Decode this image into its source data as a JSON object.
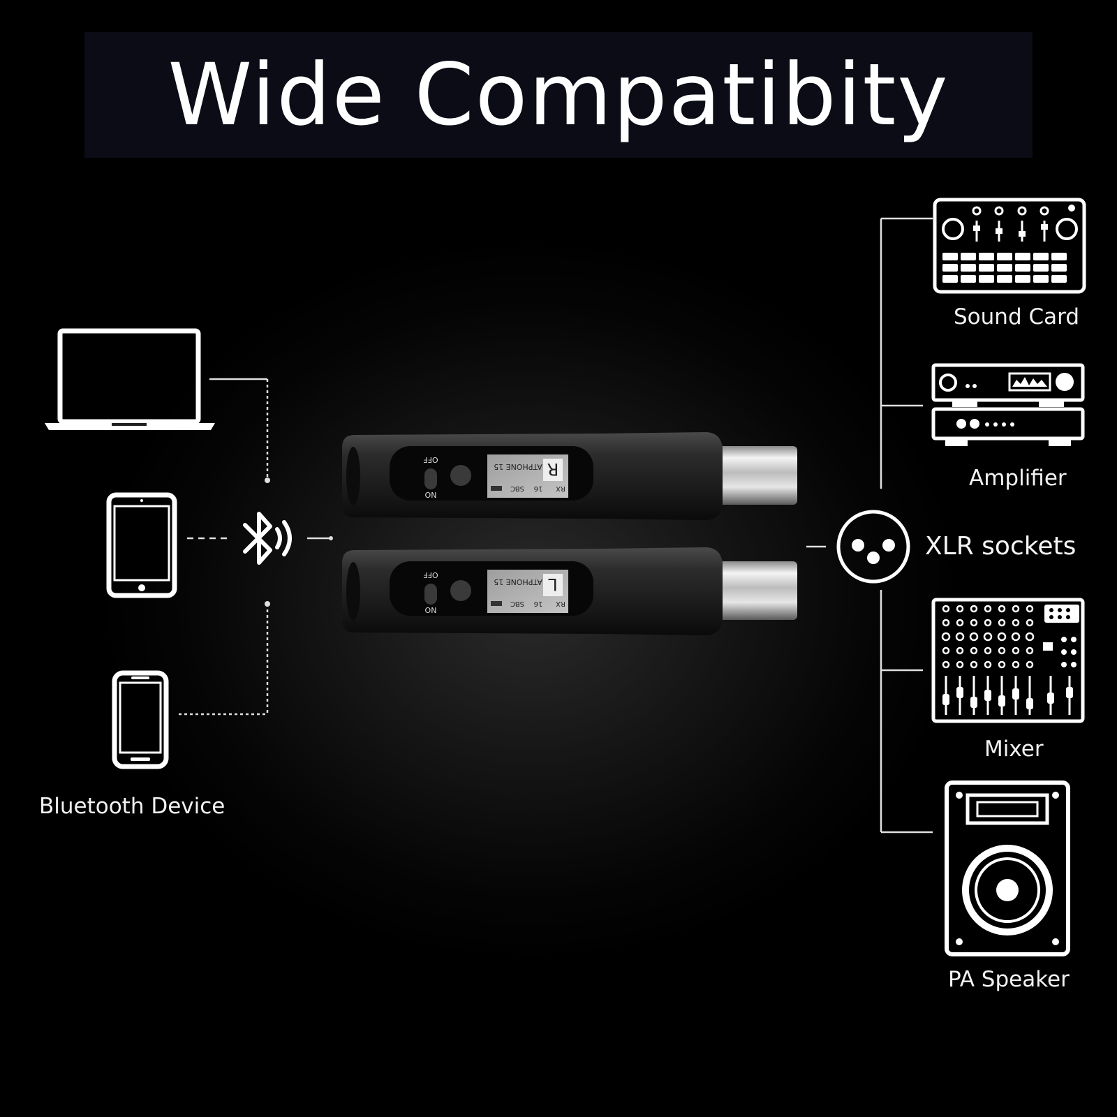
{
  "header": {
    "title": "Wide Compatibity"
  },
  "left": {
    "group_label": "Bluetooth Device"
  },
  "center": {
    "adapters": [
      {
        "channel": "R",
        "device_name": "ATPHONE 15",
        "mode": "RX",
        "codec": "SBC",
        "rate": "16",
        "switch_off": "OFF",
        "switch_on": "ON"
      },
      {
        "channel": "L",
        "device_name": "ATPHONE 15",
        "mode": "RX",
        "codec": "SBC",
        "rate": "16",
        "switch_off": "OFF",
        "switch_on": "ON"
      }
    ]
  },
  "right": {
    "hub_label": "XLR sockets",
    "devices": [
      {
        "label": "Sound Card",
        "icon": "sound-card-icon"
      },
      {
        "label": "Amplifier",
        "icon": "amplifier-icon"
      },
      {
        "label": "Mixer",
        "icon": "mixer-icon"
      },
      {
        "label": "PA Speaker",
        "icon": "pa-speaker-icon"
      }
    ]
  },
  "colors": {
    "background": "#000000",
    "banner": "#0b0c16",
    "line": "#e6e6e6",
    "text": "#ffffff"
  }
}
